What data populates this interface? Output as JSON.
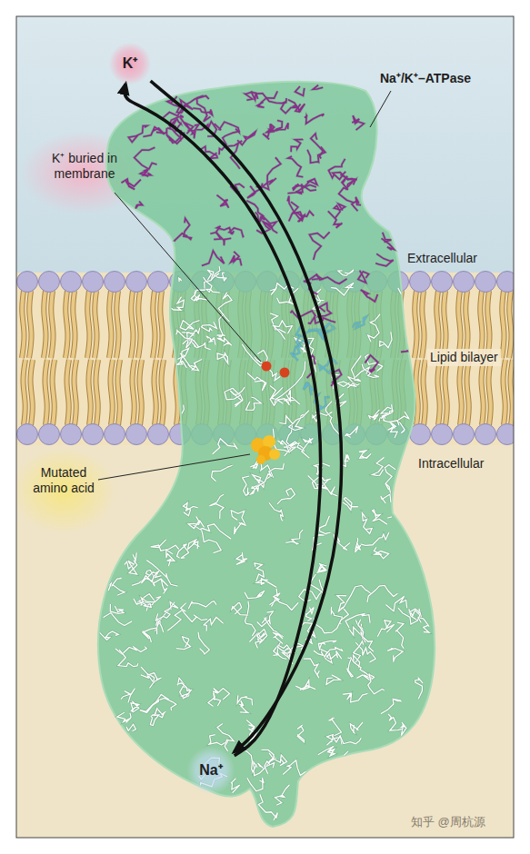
{
  "diagram": {
    "nodes": [
      {
        "text": [
          "K⁺"
        ]
      },
      {
        "text": [
          "Na⁺"
        ]
      }
    ],
    "edges": [
      {
        "from": 0,
        "to": 1,
        "arrow": "to"
      },
      {
        "from": 1,
        "to": 0,
        "arrow": "to"
      }
    ],
    "labels": [
      "Na⁺/K⁺–ATPase",
      "K⁺ buried in membrane",
      "Extracellular",
      "Lipid bilayer",
      "Intracellular",
      "Mutated amino acid",
      "知乎 @周杭源"
    ]
  }
}
